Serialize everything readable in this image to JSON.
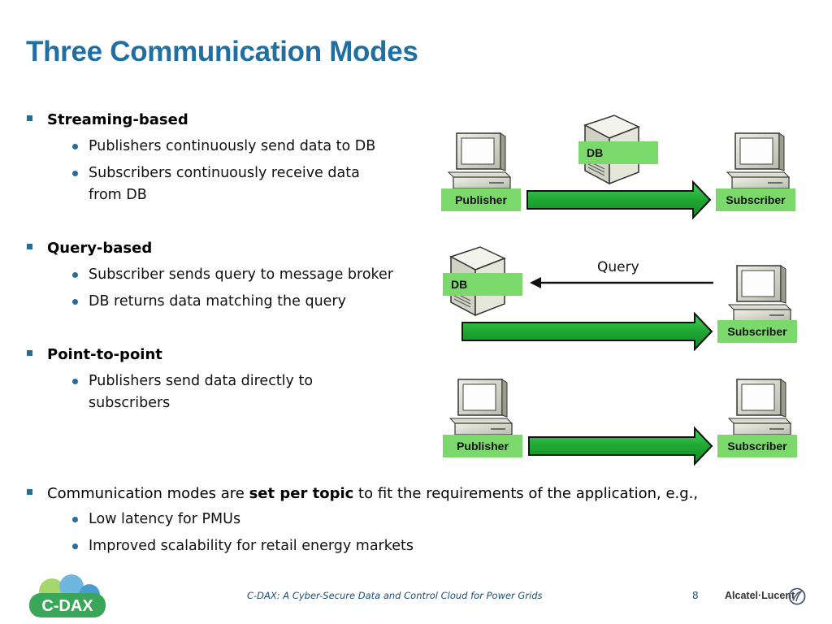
{
  "title": "Three Communication Modes",
  "modes": [
    {
      "heading": "Streaming-based",
      "items": [
        "Publishers continuously send data to DB",
        "Subscribers continuously receive data",
        "from DB"
      ]
    },
    {
      "heading": "Query-based",
      "items": [
        "Subscriber sends query to message broker",
        "DB returns data matching the query"
      ]
    },
    {
      "heading": "Point-to-point",
      "items": [
        "Publishers send data directly to",
        "subscribers"
      ]
    }
  ],
  "summary": {
    "before": "Communication modes are ",
    "emphasis": "set per topic",
    "after": " to fit the requirements of the application, e.g.,",
    "items": [
      "Low latency for PMUs",
      "Improved scalability for retail energy markets"
    ]
  },
  "diagram": {
    "publisher_label": "Publisher",
    "subscriber_label": "Subscriber",
    "db_label": "DB",
    "query_label": "Query"
  },
  "footer": {
    "caption": "C-DAX: A Cyber-Secure Data and Control Cloud for Power Grids",
    "page": "8",
    "brand": "Alcatel·Lucent",
    "logo_text": "C-DAX"
  },
  "colors": {
    "title": "#1f6fa3",
    "label_green": "#7bd96b",
    "arrow_green": "#22b03a"
  }
}
